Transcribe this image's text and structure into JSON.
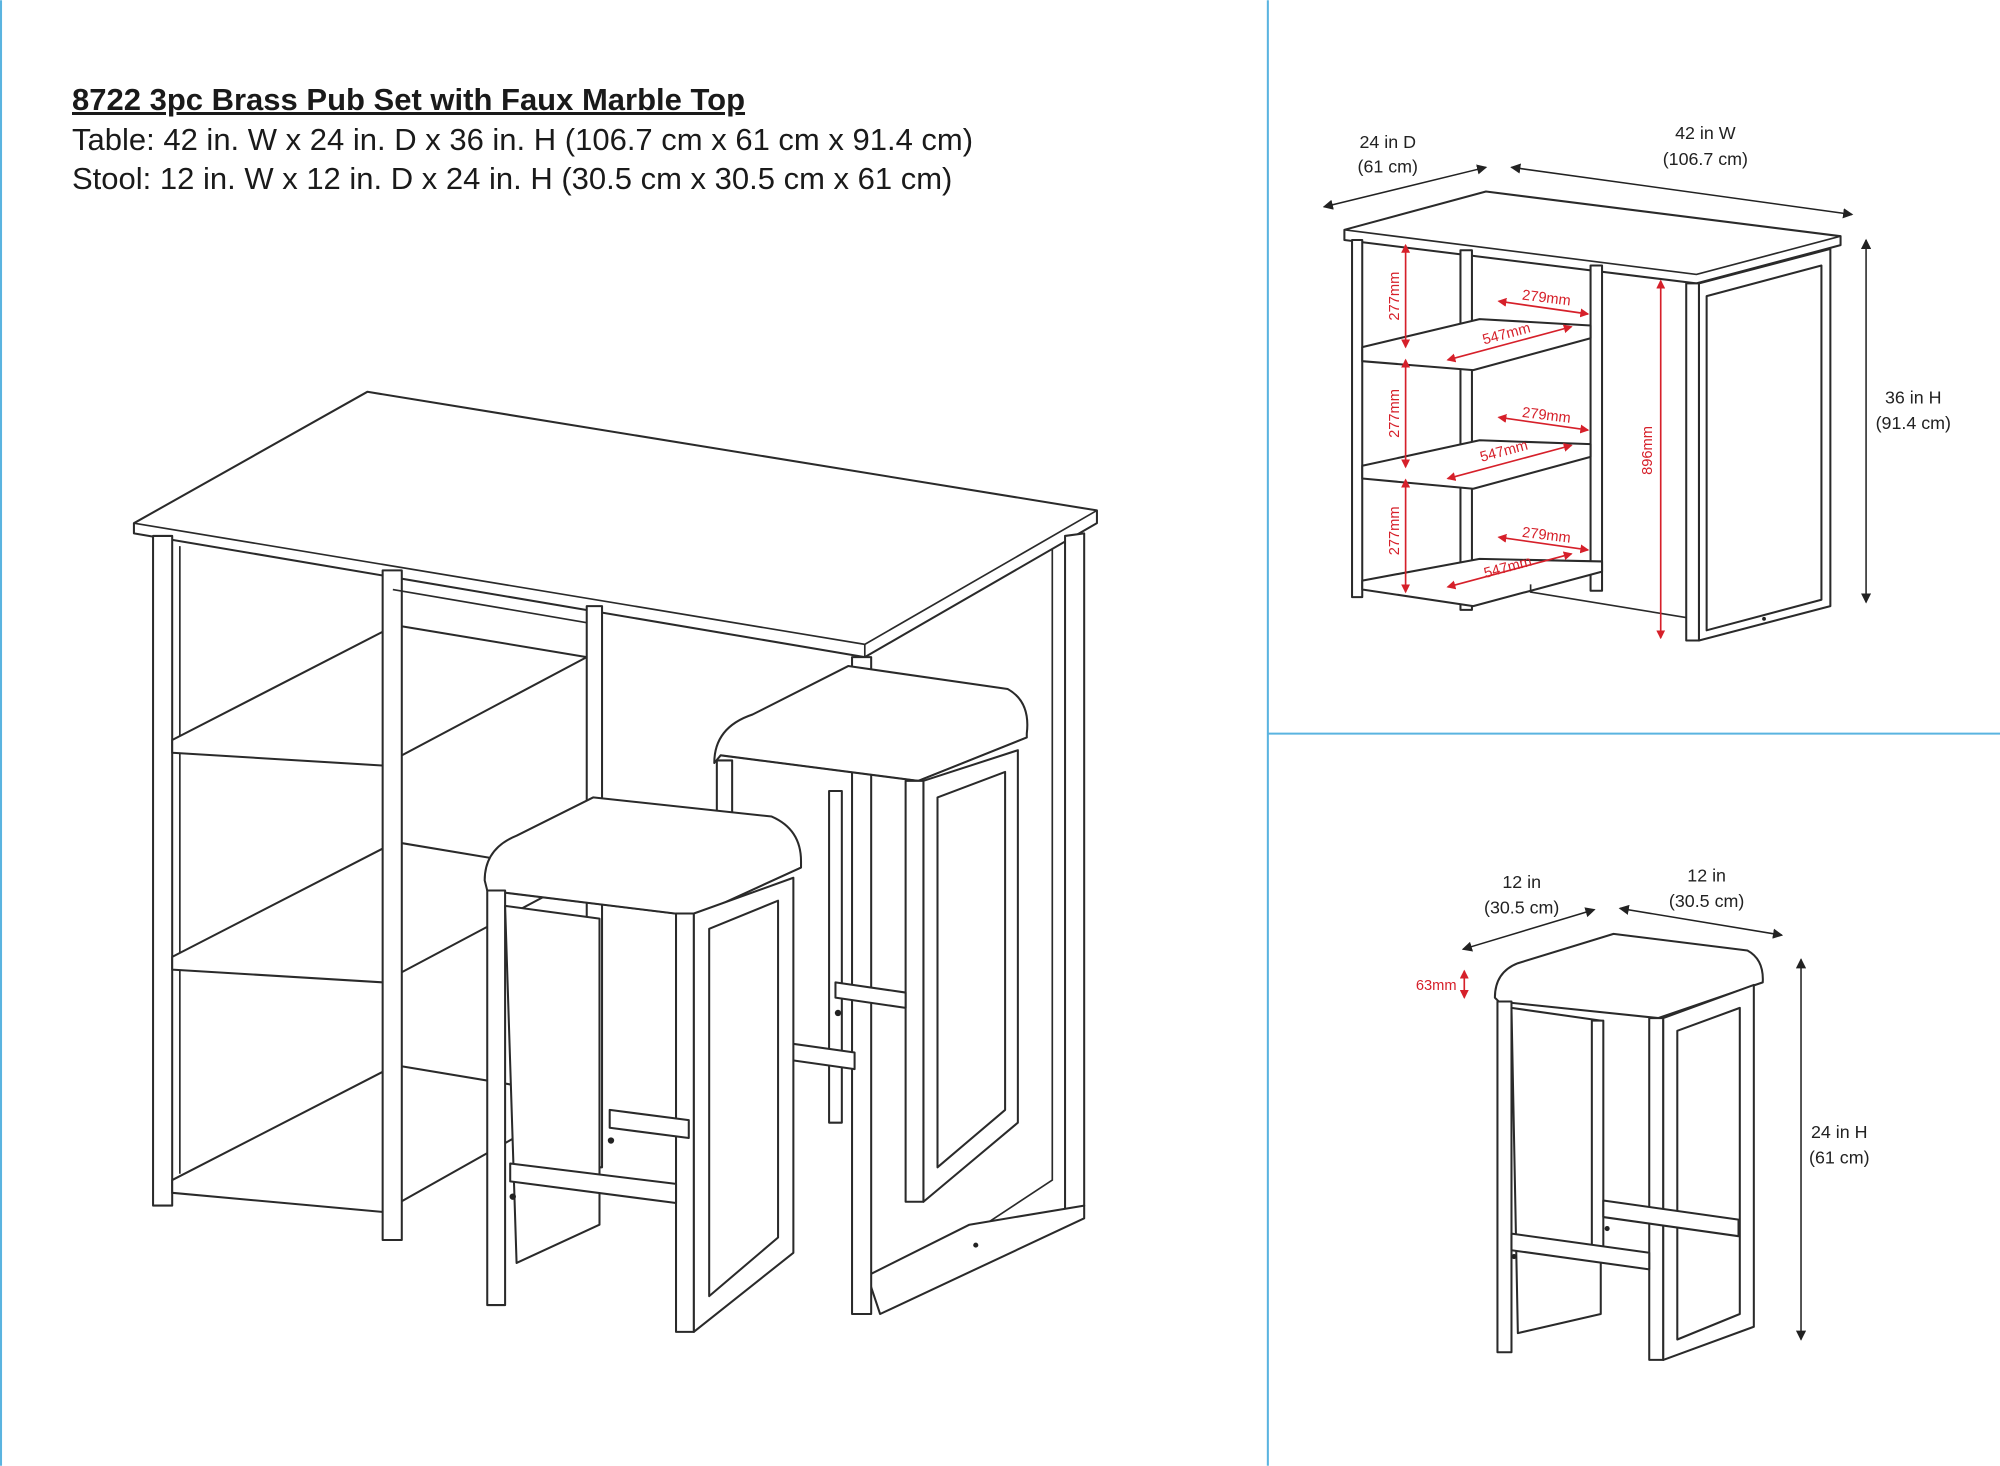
{
  "header": {
    "title": "8722  3pc Brass Pub Set with Faux Marble Top",
    "table_spec": "Table: 42 in. W x 24 in. D x 36 in. H  (106.7 cm x 61 cm x 91.4 cm)",
    "stool_spec": "Stool: 12 in. W x 12 in. D x 24 in. H  (30.5 cm x 30.5 cm x 61 cm)"
  },
  "table_diagram": {
    "depth": {
      "in": "24 in D",
      "cm": "(61 cm)"
    },
    "width": {
      "in": "42 in W",
      "cm": "(106.7 cm)"
    },
    "height": {
      "in": "36 in H",
      "cm": "(91.4 cm)"
    },
    "shelf_gap": "277mm",
    "shelf_width": "279mm",
    "shelf_depth": "547mm",
    "clearance": "896mm"
  },
  "stool_diagram": {
    "depth": {
      "in": "12 in",
      "cm": "(30.5 cm)"
    },
    "width": {
      "in": "12 in",
      "cm": "(30.5 cm)"
    },
    "height": {
      "in": "24 in H",
      "cm": "(61 cm)"
    },
    "seat_thickness": "63mm"
  },
  "colors": {
    "divider": "#5ab4e0",
    "dimension_red": "#d6202a"
  }
}
